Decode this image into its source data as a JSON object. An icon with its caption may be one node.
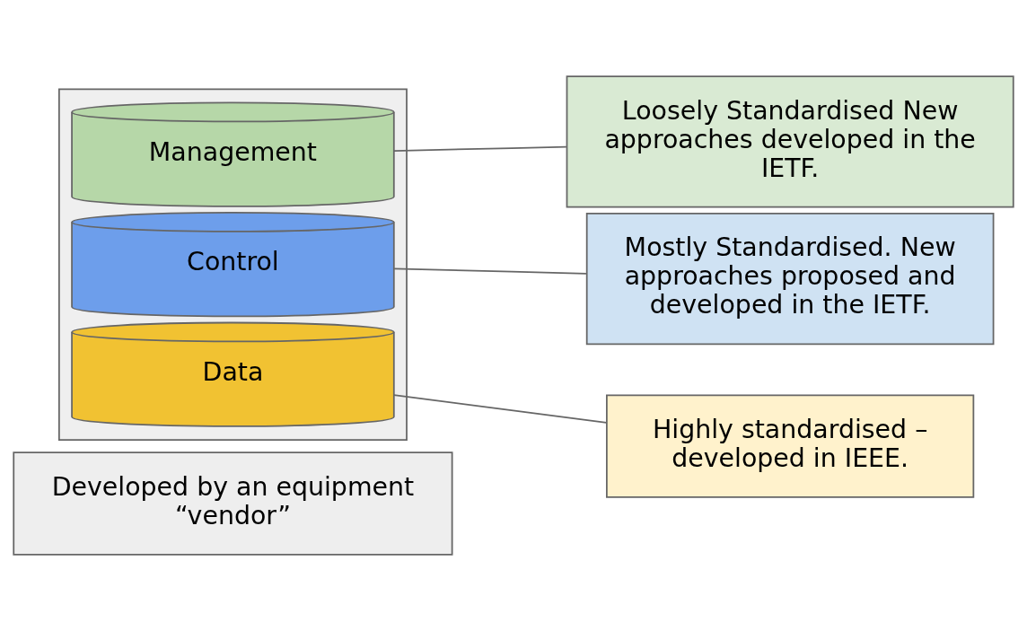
{
  "diagram": {
    "nodes": [
      {
        "text": [],
        "shape": "box"
      },
      {
        "text": [
          "Management"
        ],
        "in": 0
      },
      {
        "text": [
          "Control"
        ],
        "in": 0
      },
      {
        "text": [
          "Data"
        ],
        "in": 0
      },
      {
        "text": [
          "Loosely Standardised New approaches developed in the IETF."
        ]
      },
      {
        "text": [
          "Mostly Standardised. New approaches proposed and developed in the IETF."
        ]
      },
      {
        "text": [
          "Highly standardised – developed in IEEE."
        ]
      },
      {
        "text": [
          "Developed by an equipment “vendor”"
        ]
      }
    ],
    "edges": [
      {
        "from": 4,
        "to": 1,
        "arrow": "none"
      },
      {
        "from": 5,
        "to": 2,
        "arrow": "none"
      },
      {
        "from": 6,
        "to": 3,
        "arrow": "none"
      }
    ]
  }
}
